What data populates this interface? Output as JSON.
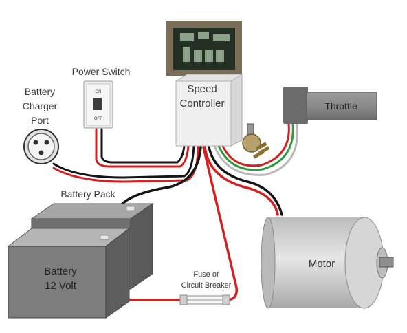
{
  "labels": {
    "power_switch": "Power Switch",
    "switch_on": "ON",
    "switch_off": "OFF",
    "charger_line1": "Battery",
    "charger_line2": "Charger",
    "charger_line3": "Port",
    "controller_line1": "Speed",
    "controller_line2": "Controller",
    "throttle": "Throttle",
    "battery_pack": "Battery Pack",
    "battery_line1": "Battery",
    "battery_line2": "12 Volt",
    "motor": "Motor",
    "fuse_line1": "Fuse or",
    "fuse_line2": "Circuit Breaker"
  },
  "colors": {
    "wire_red": "#d42020",
    "wire_black": "#151515",
    "wire_green": "#2f9a3c",
    "battery_face": "#7d7d7d",
    "motor_body": "#cfcfcf",
    "controller_body": "#efefef"
  }
}
